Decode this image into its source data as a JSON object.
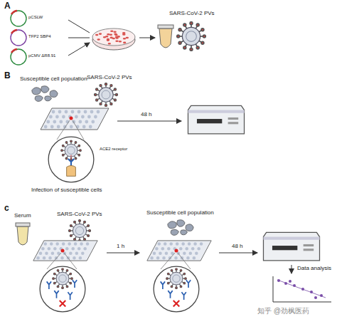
{
  "diagram": {
    "labels": [
      "A",
      "pCSLW",
      "TFP2 SBP4",
      "pCMV ΔR8.91",
      "SARS-CoV-2 PVs",
      "B",
      "Susceptible cell population",
      "SARS-CoV-2 PVs",
      "ACE2 receptor",
      "Infection of susceptible cells",
      "48 h",
      "c",
      "Serum",
      "SARS-CoV-2 PVs",
      "1 h",
      "Susceptible cell population",
      "48 h",
      "Data analysis",
      "知乎 @劲枫医药"
    ]
  }
}
